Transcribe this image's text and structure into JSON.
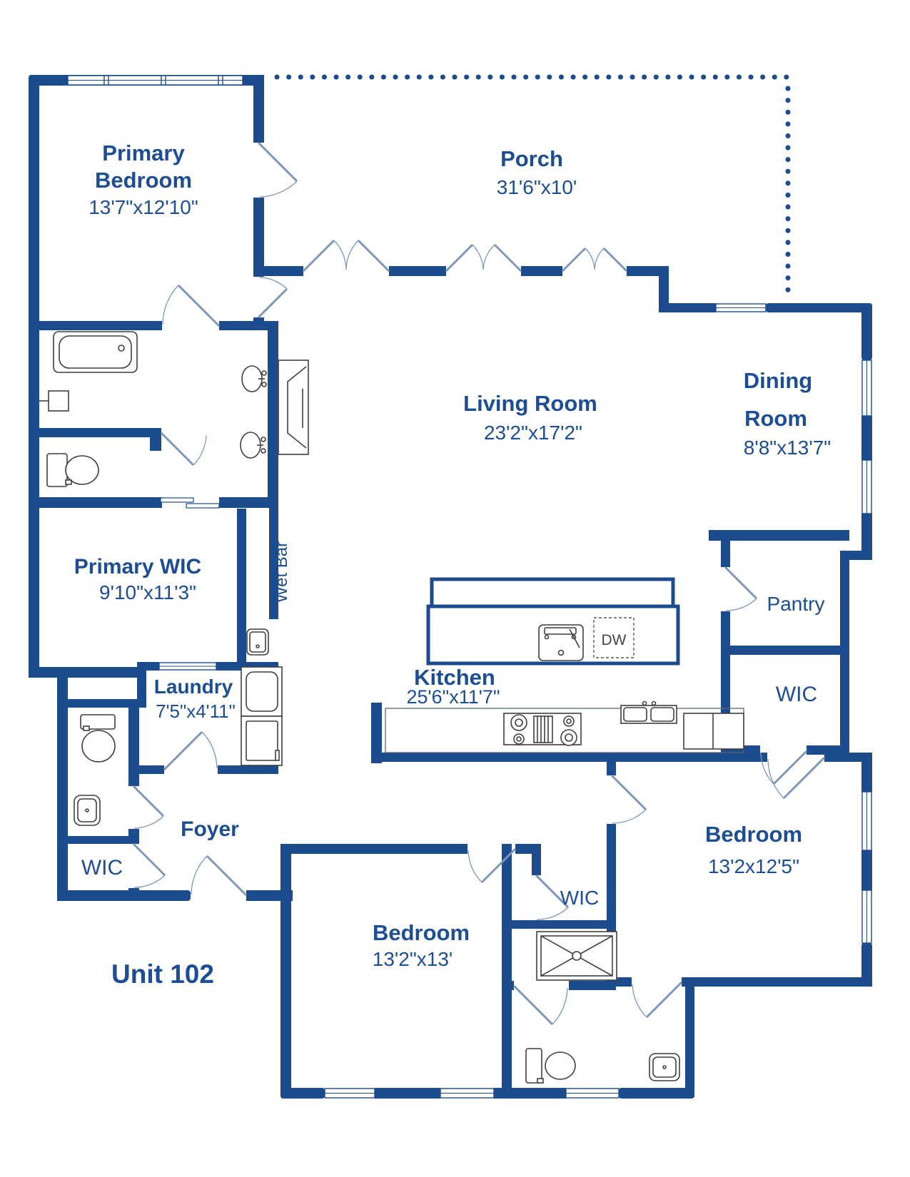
{
  "unit": {
    "label": "Unit 102"
  },
  "rooms": {
    "primary_bedroom": {
      "name_line1": "Primary",
      "name_line2": "Bedroom",
      "dims": "13'7\"x12'10\""
    },
    "porch": {
      "name": "Porch",
      "dims": "31'6\"x10'"
    },
    "living_room": {
      "name": "Living Room",
      "dims": "23'2\"x17'2\""
    },
    "dining_room": {
      "name_line1": "Dining",
      "name_line2": "Room",
      "dims": "8'8\"x13'7\""
    },
    "primary_wic": {
      "name": "Primary WIC",
      "dims": "9'10\"x11'3\""
    },
    "wet_bar": {
      "name": "Wet Bar"
    },
    "laundry": {
      "name": "Laundry",
      "dims": "7'5\"x4'11\""
    },
    "kitchen": {
      "name": "Kitchen",
      "dims": "25'6\"x11'7\""
    },
    "pantry": {
      "name": "Pantry"
    },
    "wic_right": {
      "name": "WIC"
    },
    "wic_center": {
      "name": "WIC"
    },
    "wic_left": {
      "name": "WIC"
    },
    "foyer": {
      "name": "Foyer"
    },
    "bedroom_bottom": {
      "name": "Bedroom",
      "dims": "13'2\"x13'"
    },
    "bedroom_right": {
      "name": "Bedroom",
      "dims": "13'2x12'5\""
    }
  },
  "appliances": {
    "dishwasher": "DW"
  },
  "colors": {
    "wall": "#1c4b8e",
    "label": "#1d4d92",
    "fixture": "#3f3f3f",
    "door": "#7d97ba"
  }
}
